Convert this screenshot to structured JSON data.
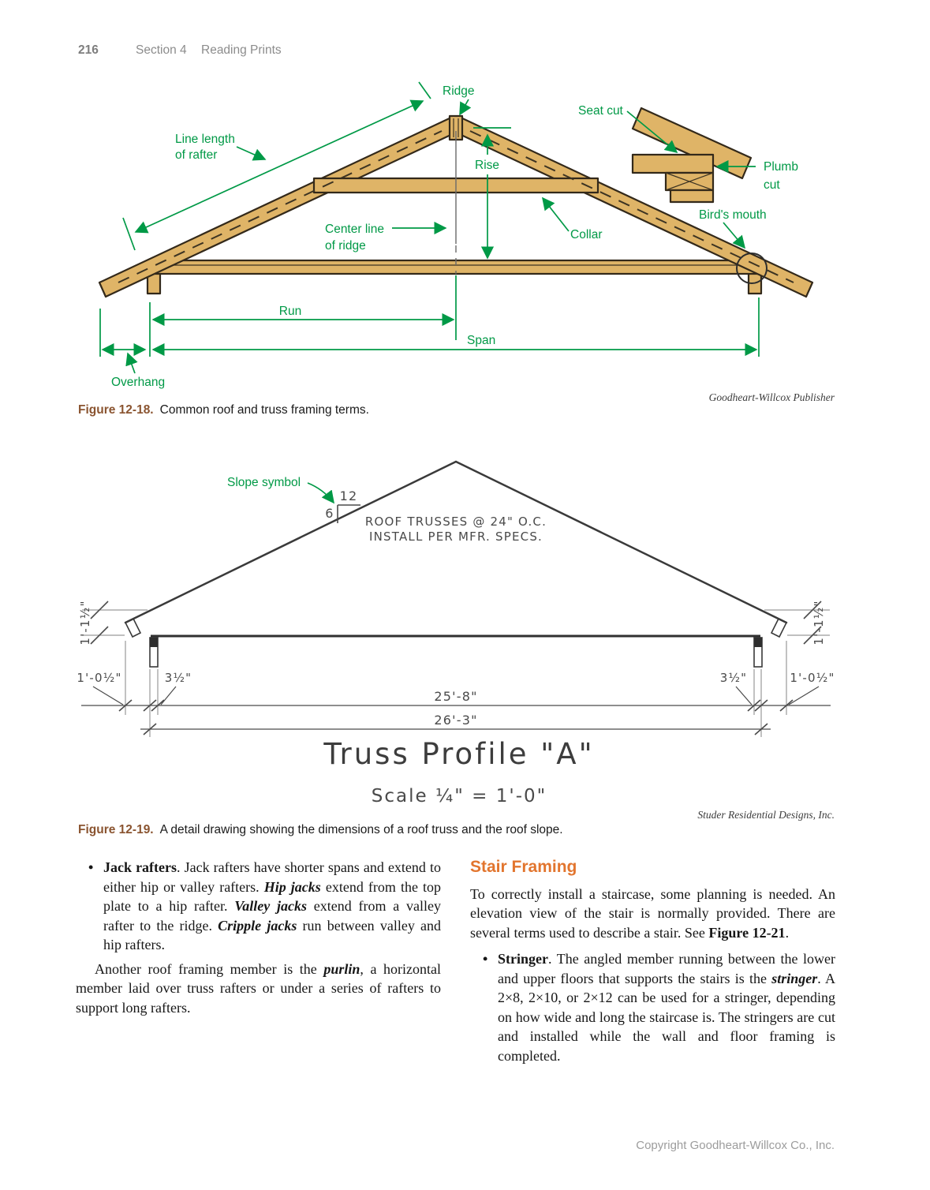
{
  "colors": {
    "annotation_green": "#009946",
    "wood_fill": "#DFB467",
    "wood_outline": "#33291a",
    "caption_brown": "#8A5430",
    "heading_orange": "#E2752E",
    "drawing_gray": "#3a3a3a",
    "hand_gray": "#4a4a4a",
    "header_gray": "#8c8c8c",
    "footer_gray": "#9c9c9c",
    "body_text": "#161616"
  },
  "header": {
    "page_number": "216",
    "section": "Section 4",
    "title": "Reading Prints"
  },
  "fig18": {
    "labels": {
      "ridge": "Ridge",
      "line_length_1": "Line length",
      "line_length_2": "of rafter",
      "rise": "Rise",
      "seat_cut": "Seat cut",
      "plumb_cut_1": "Plumb",
      "plumb_cut_2": "cut",
      "birds_mouth": "Bird's mouth",
      "collar": "Collar",
      "center_line_1": "Center line",
      "center_line_2": "of ridge",
      "run": "Run",
      "span": "Span",
      "overhang": "Overhang"
    },
    "caption_label": "Figure 12-18.",
    "caption_text": "Common roof and truss framing terms.",
    "credit": "Goodheart-Willcox Publisher"
  },
  "fig19": {
    "slope_label": "Slope symbol",
    "slope_run": "12",
    "slope_rise": "6",
    "note_1": "ROOF TRUSSES @ 24\" O.C.",
    "note_2": "INSTALL PER MFR. SPECS.",
    "dim_heel_left": "1'-1½\"",
    "dim_heel_right": "1'-1½\"",
    "dim_overhang_left": "1'-0½\"",
    "dim_wall_left": "3½\"",
    "dim_wall_right": "3½\"",
    "dim_overhang_right": "1'-0½\"",
    "dim_inner_span": "25'-8\"",
    "dim_outer_span": "26'-3\"",
    "title": "Truss Profile \"A\"",
    "scale": "Scale ¼\" = 1'-0\"",
    "caption_label": "Figure 12-19.",
    "caption_text": "A detail drawing showing the dimensions of a roof truss and the roof slope.",
    "credit": "Studer Residential Designs, Inc."
  },
  "body": {
    "left": {
      "bullet_marker": "•",
      "jack": {
        "p0": "Jack rafters",
        "p1": ". Jack rafters have shorter spans and extend to either hip or valley rafters. ",
        "p2": "Hip jacks",
        "p3": " extend from the top plate to a hip rafter. ",
        "p4": "Valley jacks",
        "p5": " extend from a valley rafter to the ridge. ",
        "p6": "Cripple jacks",
        "p7": " run between valley and hip rafters."
      },
      "purlin": {
        "p0": "Another roof framing member is the ",
        "p1": "purlin",
        "p2": ", a horizontal member laid over truss rafters or under a series of rafters to support long rafters."
      }
    },
    "right": {
      "heading": "Stair Framing",
      "intro": {
        "p0": "To correctly install a staircase, some planning is needed. An elevation view of the stair is normally provided. There are several terms used to describe a stair. See ",
        "p1": "Figure 12-21",
        "p2": "."
      },
      "bullet_marker": "•",
      "stringer": {
        "p0": "Stringer",
        "p1": ". The angled member running between the lower and upper floors that supports the stairs is the ",
        "p2": "stringer",
        "p3": ". A 2×8, 2×10, or 2×12 can be used for a stringer, depending on how wide and long the staircase is. The stringers are cut and installed while the wall and floor framing is completed."
      }
    }
  },
  "footer": {
    "copyright": "Copyright Goodheart-Willcox Co., Inc."
  }
}
